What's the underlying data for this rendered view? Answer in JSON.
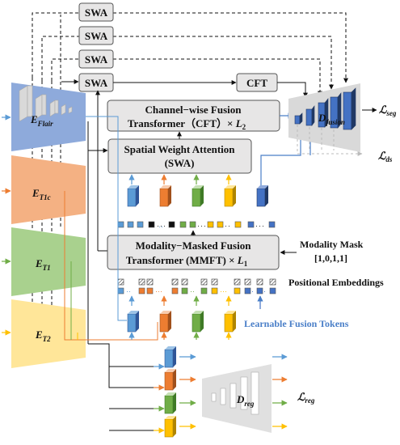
{
  "colors": {
    "flair": "#7f9fd8",
    "t1c": "#f3a37a",
    "t1": "#a8d08d",
    "t2": "#ffd966",
    "token_blue": "#4472c4",
    "token_orange": "#ed7d31",
    "token_green": "#70ad47",
    "token_yellow": "#ffc000",
    "token_lightblue": "#5b9bd5",
    "box_fill": "#e7e6e6",
    "grey_decoder": "#d9d9d9"
  },
  "swa_boxes": [
    "SWA",
    "SWA",
    "SWA",
    "SWA"
  ],
  "cft_small": "CFT",
  "cft_box": {
    "line1": "Channel−wise Fusion",
    "line2": "Transformer（CFT）× ",
    "sym": "L",
    "sub": "2"
  },
  "swa_box": {
    "line1": "Spatial Weight Attention",
    "line2": "(SWA)"
  },
  "mmft_box": {
    "line1": "Modality−Masked Fusion",
    "line2": "Transformer (MMFT) × ",
    "sym": "L",
    "sub": "1"
  },
  "encoders": [
    {
      "sym": "E",
      "sub": "Flair"
    },
    {
      "sym": "E",
      "sub": "T1c"
    },
    {
      "sym": "E",
      "sub": "T1"
    },
    {
      "sym": "E",
      "sub": "T2"
    }
  ],
  "decoders": {
    "fusion": {
      "sym": "D",
      "sub": "fusion"
    },
    "reg": {
      "sym": "D",
      "sub": "reg"
    }
  },
  "losses": {
    "seg": {
      "sym": "ℒ",
      "sub": "seg"
    },
    "ds": {
      "sym": "ℒ",
      "sub": "ds"
    },
    "reg": {
      "sym": "ℒ",
      "sub": "reg"
    }
  },
  "modality_mask": {
    "label": "Modality Mask",
    "value": "[1,0,1,1]"
  },
  "positional_embeddings": "Positional Embeddings",
  "learnable_tokens": "Learnable Fusion Tokens"
}
